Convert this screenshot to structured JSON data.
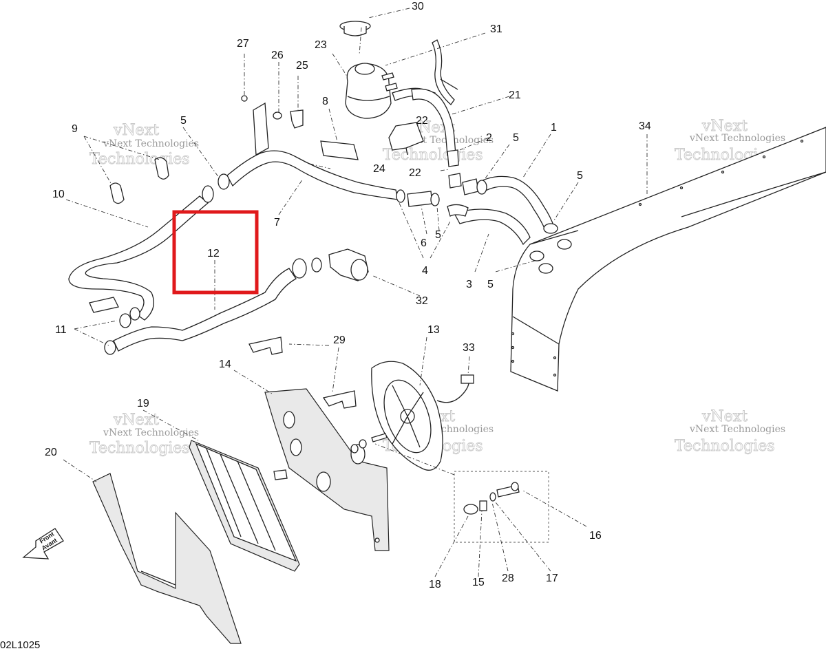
{
  "diagram": {
    "callouts": [
      {
        "id": "1",
        "label": "1"
      },
      {
        "id": "2",
        "label": "2"
      },
      {
        "id": "3",
        "label": "3"
      },
      {
        "id": "4",
        "label": "4"
      },
      {
        "id": "5a",
        "label": "5"
      },
      {
        "id": "5b",
        "label": "5"
      },
      {
        "id": "5c",
        "label": "5"
      },
      {
        "id": "5d",
        "label": "5"
      },
      {
        "id": "5e",
        "label": "5"
      },
      {
        "id": "6",
        "label": "6"
      },
      {
        "id": "7",
        "label": "7"
      },
      {
        "id": "8",
        "label": "8"
      },
      {
        "id": "9",
        "label": "9"
      },
      {
        "id": "10",
        "label": "10"
      },
      {
        "id": "11",
        "label": "11"
      },
      {
        "id": "12",
        "label": "12"
      },
      {
        "id": "13",
        "label": "13"
      },
      {
        "id": "14",
        "label": "14"
      },
      {
        "id": "15",
        "label": "15"
      },
      {
        "id": "16",
        "label": "16"
      },
      {
        "id": "17",
        "label": "17"
      },
      {
        "id": "18",
        "label": "18"
      },
      {
        "id": "19",
        "label": "19"
      },
      {
        "id": "20",
        "label": "20"
      },
      {
        "id": "21",
        "label": "21"
      },
      {
        "id": "22a",
        "label": "22"
      },
      {
        "id": "22b",
        "label": "22"
      },
      {
        "id": "23",
        "label": "23"
      },
      {
        "id": "24",
        "label": "24"
      },
      {
        "id": "25",
        "label": "25"
      },
      {
        "id": "26",
        "label": "26"
      },
      {
        "id": "27",
        "label": "27"
      },
      {
        "id": "28",
        "label": "28"
      },
      {
        "id": "29",
        "label": "29"
      },
      {
        "id": "30",
        "label": "30"
      },
      {
        "id": "31",
        "label": "31"
      },
      {
        "id": "32",
        "label": "32"
      },
      {
        "id": "33",
        "label": "33"
      },
      {
        "id": "34",
        "label": "34"
      }
    ],
    "highlighted_callout": "12",
    "highlight_color": "#e0191b",
    "drawing_code": "02L1025",
    "front_arrow": {
      "line1": "Front",
      "line2": "Avant"
    },
    "watermark": {
      "line1": "vNext",
      "line2": "vNext Technologies",
      "line3": "Technologies"
    }
  }
}
